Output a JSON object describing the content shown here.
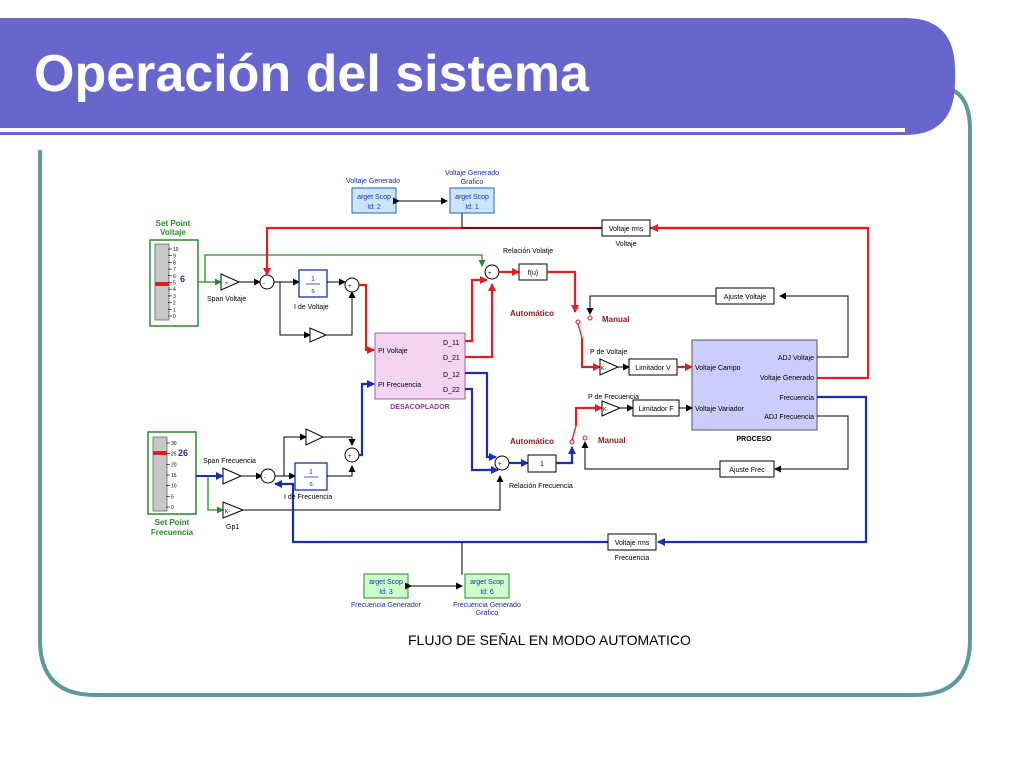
{
  "slide": {
    "title": "Operación del sistema",
    "caption": "FLUJO DE SEÑAL EN MODO AUTOMATICO"
  },
  "colors": {
    "header": "#6666cc",
    "frame_border": "#5f9a98",
    "voltage_signal": "#e02020",
    "frequency_signal": "#1a2fb0",
    "scope_blue_fill": "#cce5ff",
    "scope_green_fill": "#ccffcc",
    "decoupler_fill": "#f4d4f0",
    "process_fill": "#ccccff"
  },
  "diagram": {
    "setpoint_voltage": {
      "label_line1": "Set Point",
      "label_line2": "Voltaje",
      "value": "6",
      "ticks": [
        "10",
        "9",
        "8",
        "7",
        "6",
        "5",
        "4",
        "3",
        "2",
        "1",
        "0"
      ]
    },
    "setpoint_frequency": {
      "label_line1": "Set Point",
      "label_line2": "Frecuencia",
      "value": "26",
      "ticks": [
        "30",
        "25",
        "20",
        "15",
        "10",
        "5",
        "0"
      ]
    },
    "scopes": {
      "voltage_generated": {
        "caption": "Voltaje Generado",
        "line1": "arget Scop",
        "line2": "Id: 2"
      },
      "voltage_generated_graph": {
        "caption_line1": "Voltaje Generado",
        "caption_line2": "Grafico",
        "line1": "arget Scop",
        "line2": "Id: 1"
      },
      "frequency_generator": {
        "caption": "Frecuencia Generador",
        "line1": "arget Scop",
        "line2": "Id: 3"
      },
      "frequency_generated_graph": {
        "caption_line1": "Frecuencia Generado",
        "caption_line2": "Grafico",
        "line1": "arget Scop",
        "line2": "Id: 6"
      }
    },
    "blocks": {
      "span_voltage": "Span Voltaje",
      "span_frequency": "Span Frecuencia",
      "gp1": "Gp1",
      "integrator_num": "1",
      "integrator_den": "s",
      "i_voltage": "I de Voltaje",
      "i_frequency": "I de Frecuencia",
      "voltage_ratio": "Relación Volatje",
      "fu": "f(u)",
      "frequency_ratio": "Relación Frecuencia",
      "const_one": "1",
      "automatic": "Automático",
      "manual": "Manual",
      "p_voltage": "P de Voltaje",
      "p_frequency": "P de Frecuencia",
      "limiter_v": "Limitador V",
      "limiter_f": "Limitador F",
      "adjust_voltage": "Ajuste Voltaje",
      "adjust_frequency": "Ajuste Frec",
      "rms_block": "Voltaje rms",
      "rms_voltage_caption": "Voltaje",
      "rms_frequency_caption": "Frecuencia",
      "gain_k": "K-",
      "sum_pp": "+ +",
      "sum_pm": "+ -"
    },
    "decoupler": {
      "name": "DESACOPLADOR",
      "in1": "PI Voltaje",
      "in2": "PI Frecuencia",
      "out1": "D_11",
      "out2": "D_21",
      "out3": "D_12",
      "out4": "D_22"
    },
    "process": {
      "name": "PROCESO",
      "in1": "Voltaje Campo",
      "in2": "Voltaje Variador",
      "out1": "ADJ Voltaje",
      "out2": "Voltaje Generado",
      "out3": "Frecuencia",
      "out4": "ADJ Frecuencia"
    }
  }
}
